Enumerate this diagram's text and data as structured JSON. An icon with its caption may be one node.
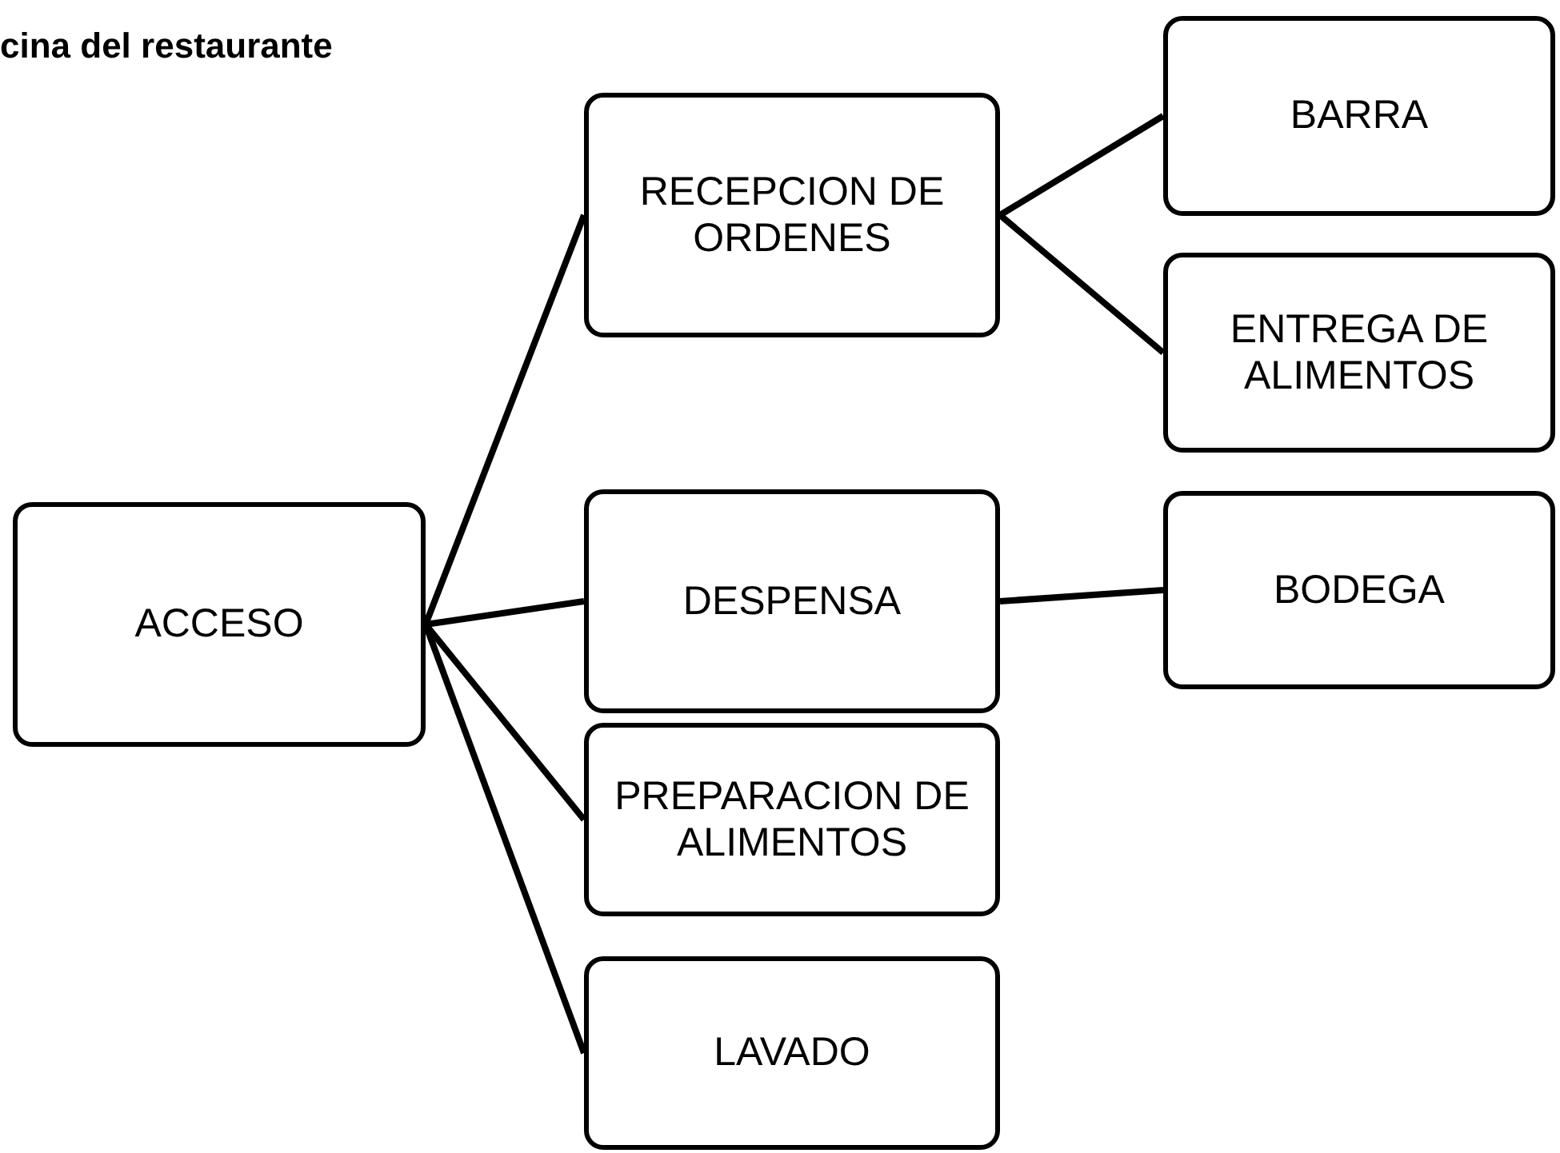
{
  "diagram": {
    "title": "cina del restaurante",
    "nodes": [
      {
        "text": [
          "ACCESO"
        ]
      },
      {
        "text": [
          "RECEPCION DE ORDENES"
        ]
      },
      {
        "text": [
          "BARRA"
        ]
      },
      {
        "text": [
          "ENTREGA DE ALIMENTOS"
        ]
      },
      {
        "text": [
          "DESPENSA"
        ]
      },
      {
        "text": [
          "BODEGA"
        ]
      },
      {
        "text": [
          "PREPARACION DE ALIMENTOS"
        ]
      },
      {
        "text": [
          "LAVADO"
        ]
      }
    ],
    "edges": [
      {
        "from": 0,
        "to": 1,
        "arrow": "none"
      },
      {
        "from": 0,
        "to": 4,
        "arrow": "none"
      },
      {
        "from": 0,
        "to": 6,
        "arrow": "none"
      },
      {
        "from": 0,
        "to": 7,
        "arrow": "none"
      },
      {
        "from": 1,
        "to": 2,
        "arrow": "none"
      },
      {
        "from": 1,
        "to": 3,
        "arrow": "none"
      },
      {
        "from": 4,
        "to": 5,
        "arrow": "none"
      }
    ]
  }
}
